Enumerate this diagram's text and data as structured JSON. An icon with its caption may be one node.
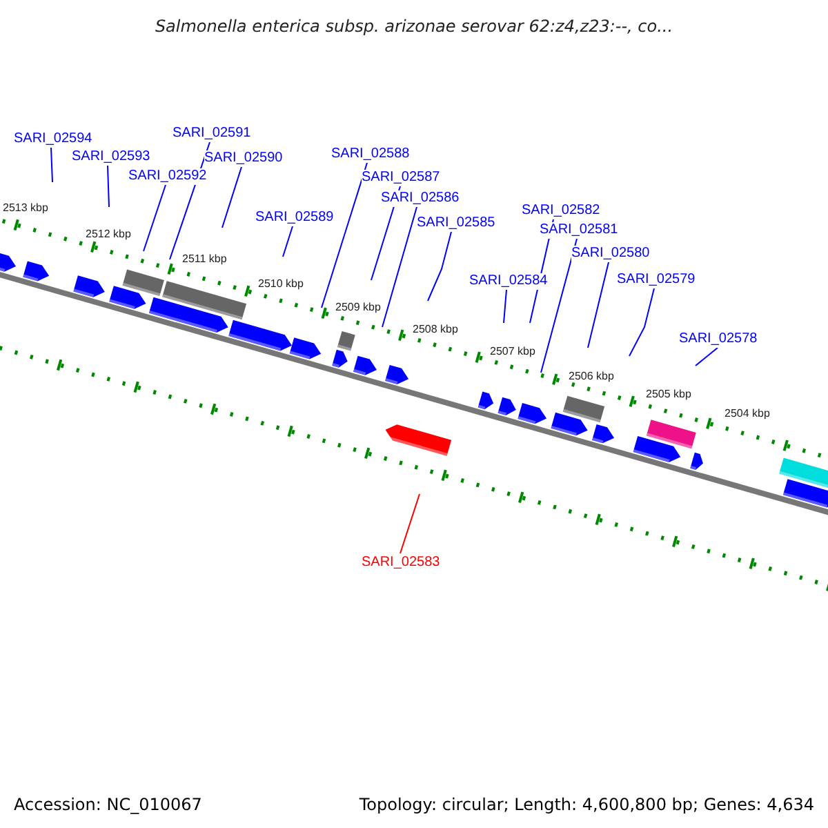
{
  "diagram": {
    "title": "Salmonella enterica subsp. arizonae serovar 62:z4,z23:--, co...",
    "nodes": [
      {
        "text": [
          "SARI_02594"
        ]
      },
      {
        "text": [
          "SARI_02593"
        ]
      },
      {
        "text": [
          "SARI_02592"
        ]
      },
      {
        "text": [
          "SARI_02591"
        ]
      },
      {
        "text": [
          "SARI_02590"
        ]
      },
      {
        "text": [
          "SARI_02589"
        ]
      },
      {
        "text": [
          "SARI_02588"
        ]
      },
      {
        "text": [
          "SARI_02587"
        ]
      },
      {
        "text": [
          "SARI_02586"
        ]
      },
      {
        "text": [
          "SARI_02585"
        ]
      },
      {
        "text": [
          "SARI_02584"
        ]
      },
      {
        "text": [
          "SARI_02582"
        ]
      },
      {
        "text": [
          "SARI_02581"
        ]
      },
      {
        "text": [
          "SARI_02580"
        ]
      },
      {
        "text": [
          "SARI_02579"
        ]
      },
      {
        "text": [
          "SARI_02578"
        ]
      },
      {
        "text": [
          "SARI_02583"
        ]
      }
    ],
    "edges": [
      {
        "from": 0,
        "to": null,
        "arrow": "none"
      },
      {
        "from": 1,
        "to": null,
        "arrow": "none"
      },
      {
        "from": 2,
        "to": null,
        "arrow": "none"
      },
      {
        "from": 3,
        "to": null,
        "arrow": "none"
      },
      {
        "from": 4,
        "to": null,
        "arrow": "none"
      },
      {
        "from": 5,
        "to": null,
        "arrow": "none"
      },
      {
        "from": 6,
        "to": null,
        "arrow": "none"
      },
      {
        "from": 7,
        "to": null,
        "arrow": "none"
      },
      {
        "from": 8,
        "to": null,
        "arrow": "none"
      },
      {
        "from": 9,
        "to": null,
        "arrow": "none"
      },
      {
        "from": 10,
        "to": null,
        "arrow": "none"
      },
      {
        "from": 11,
        "to": null,
        "arrow": "none"
      },
      {
        "from": 12,
        "to": null,
        "arrow": "none"
      },
      {
        "from": 13,
        "to": null,
        "arrow": "none"
      },
      {
        "from": 14,
        "to": null,
        "arrow": "none"
      },
      {
        "from": 15,
        "to": null,
        "arrow": "none"
      },
      {
        "from": 16,
        "to": null,
        "arrow": "none",
        "color": "#ff0000"
      }
    ],
    "labels": [
      "2513 kbp",
      "2512 kbp",
      "2511 kbp",
      "2510 kbp",
      "2509 kbp",
      "2508 kbp",
      "2507 kbp",
      "2506 kbp",
      "2505 kbp",
      "2504 kbp",
      "Accession: NC_010067",
      "Topology: circular; Length: 4,600,800 bp; Genes: 4,634"
    ]
  }
}
